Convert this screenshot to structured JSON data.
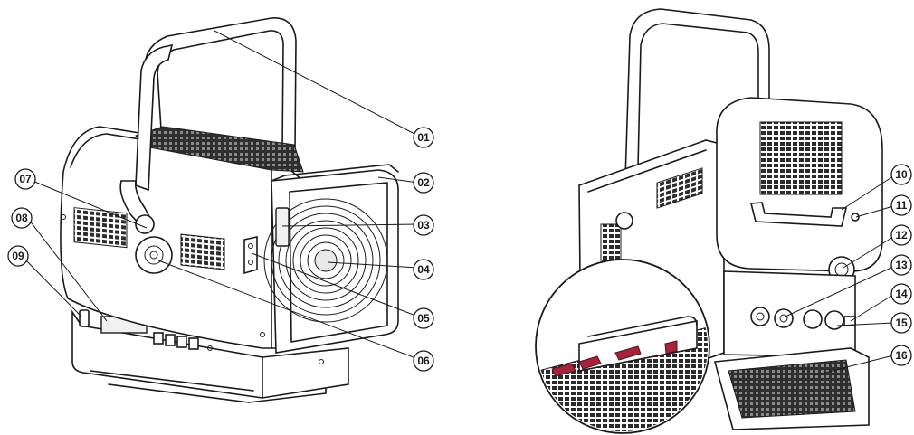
{
  "callouts": [
    {
      "id": "01",
      "label": "01"
    },
    {
      "id": "02",
      "label": "02"
    },
    {
      "id": "03",
      "label": "03"
    },
    {
      "id": "04",
      "label": "04"
    },
    {
      "id": "05",
      "label": "05"
    },
    {
      "id": "06",
      "label": "06"
    },
    {
      "id": "07",
      "label": "07"
    },
    {
      "id": "08",
      "label": "08"
    },
    {
      "id": "09",
      "label": "09"
    },
    {
      "id": "10",
      "label": "10"
    },
    {
      "id": "11",
      "label": "11"
    },
    {
      "id": "12",
      "label": "12"
    },
    {
      "id": "13",
      "label": "13"
    },
    {
      "id": "14",
      "label": "14"
    },
    {
      "id": "15",
      "label": "15"
    },
    {
      "id": "16",
      "label": "16"
    }
  ],
  "colors": {
    "line": "#1a1a1a",
    "grill": "#3b3b3b",
    "accent_red": "#a4243b"
  }
}
